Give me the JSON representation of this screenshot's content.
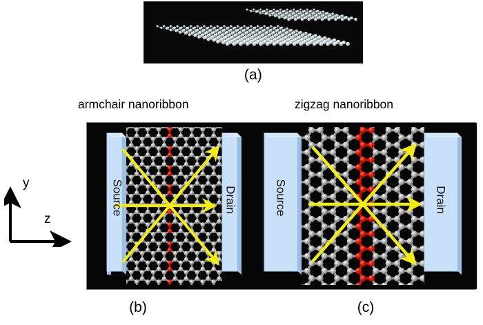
{
  "figure": {
    "panels": [
      {
        "id": "a",
        "caption": "(a)",
        "content_name": "bilayer-graphene-3d-render",
        "background_color": "#080808"
      },
      {
        "id": "b",
        "caption": "(b)",
        "title": "armchair nanoribbon",
        "lattice_type": "armchair",
        "electrodes": [
          {
            "name": "source",
            "label": "Source"
          },
          {
            "name": "drain",
            "label": "Drain"
          }
        ],
        "atom_colors": {
          "carbon": "#b9b9b9",
          "highlight": "#ee1111"
        },
        "arrow_color": "#f2ec16",
        "arrows": [
          {
            "name": "transport-arrow-horizontal",
            "direction": "right"
          },
          {
            "name": "transport-arrow-up-right",
            "direction": "up-right"
          },
          {
            "name": "transport-arrow-down-right",
            "direction": "down-right"
          },
          {
            "name": "transport-arrow-up-left",
            "direction": "up-left"
          },
          {
            "name": "transport-arrow-down-left",
            "direction": "down-left"
          }
        ]
      },
      {
        "id": "c",
        "caption": "(c)",
        "title": "zigzag nanoribbon",
        "lattice_type": "zigzag",
        "electrodes": [
          {
            "name": "source",
            "label": "Source"
          },
          {
            "name": "drain",
            "label": "Drain"
          }
        ],
        "atom_colors": {
          "carbon": "#b9b9b9",
          "highlight": "#ee1111"
        },
        "arrow_color": "#f2ec16",
        "arrows": [
          {
            "name": "transport-arrow-horizontal",
            "direction": "right"
          },
          {
            "name": "transport-arrow-up-right",
            "direction": "up-right"
          },
          {
            "name": "transport-arrow-down-right",
            "direction": "down-right"
          },
          {
            "name": "transport-arrow-up-left",
            "direction": "up-left"
          },
          {
            "name": "transport-arrow-down-left",
            "direction": "down-left"
          }
        ]
      }
    ]
  },
  "axis_legend": {
    "name": "coordinate-axes",
    "vertical_label": "y",
    "horizontal_label": "z"
  },
  "colors": {
    "panel_background": "#060606",
    "electrode_fill": "#c8e0f8",
    "electrode_edge": "#9dbfdf",
    "arrow_yellow": "#f2ec16",
    "carbon_gray": "#b9b9b9",
    "highlight_red": "#ee1111",
    "text_black": "#000000",
    "page_background": "#ffffff"
  }
}
